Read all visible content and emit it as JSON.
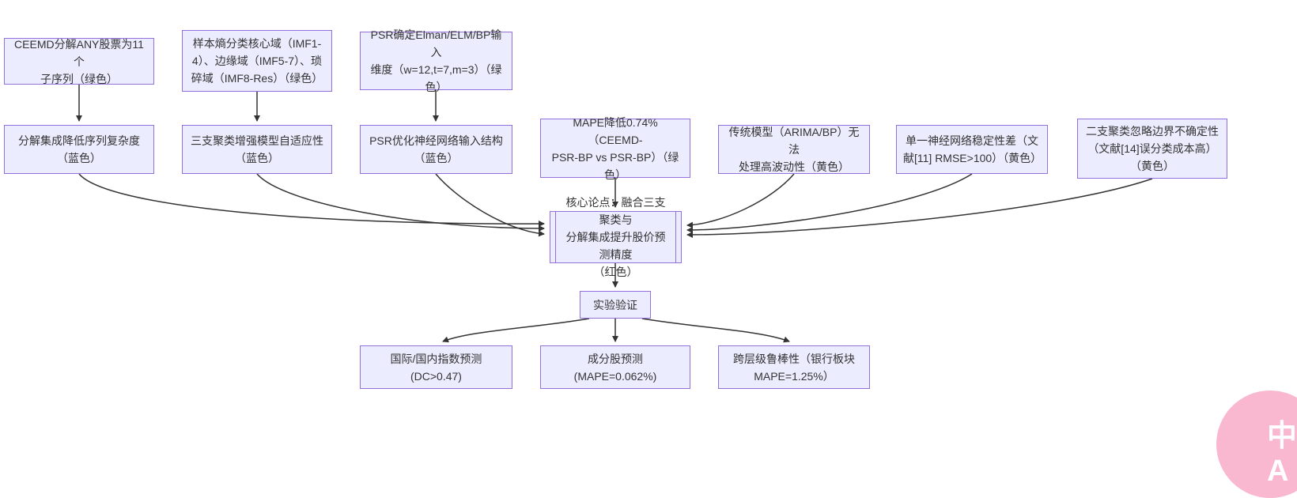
{
  "colors": {
    "node_fill": "#ECECFF",
    "node_border": "#9370DB",
    "edge": "#333333",
    "core_node_border": "#9370DB",
    "badge_background": "#F9B7D0",
    "badge_text_color": "#ffffff",
    "page_background": "#ffffff"
  },
  "diagram": {
    "nodes": {
      "ceemd": {
        "label": "CEEMD分解ANY股票为11个\n子序列（绿色）"
      },
      "sample_entropy": {
        "label": "样本熵分类核心域（IMF1-\n4）、边缘域（IMF5-7）、琐\n碎域（IMF8-Res）（绿色）"
      },
      "psr_dimension": {
        "label": "PSR确定Elman/ELM/BP输入\n维度（w=12,t=7,m=3）（绿\n色）"
      },
      "decomposition_benefit": {
        "label": "分解集成降低序列复杂度\n（蓝色）"
      },
      "three_way_benefit": {
        "label": "三支聚类增强模型自适应性\n（蓝色）"
      },
      "psr_benefit": {
        "label": "PSR优化神经网络输入结构\n（蓝色）"
      },
      "mape_improvement": {
        "label": "MAPE降低0.74%（CEEMD-\nPSR-BP vs PSR-BP）（绿\n色）"
      },
      "traditional_limitation": {
        "label": "传统模型（ARIMA/BP）无法\n处理高波动性（黄色）"
      },
      "single_nn_limitation": {
        "label": "单一神经网络稳定性差（文\n献[11] RMSE>100）（黄色）"
      },
      "two_way_limitation": {
        "label": "二支聚类忽略边界不确定性\n（文献[14]误分类成本高）\n（黄色）"
      },
      "core_thesis": {
        "label": "核心论点：融合三支聚类与\n分解集成提升股价预测精度\n（红色）"
      },
      "experiment": {
        "label": "实验验证"
      },
      "index_prediction": {
        "label": "国际/国内指数预测\n(DC>0.47)"
      },
      "stock_prediction": {
        "label": "成分股预测\n(MAPE=0.062%)"
      },
      "robustness": {
        "label": "跨层级鲁棒性（银行板块\nMAPE=1.25%）"
      }
    },
    "badge": {
      "label": "中A"
    }
  }
}
